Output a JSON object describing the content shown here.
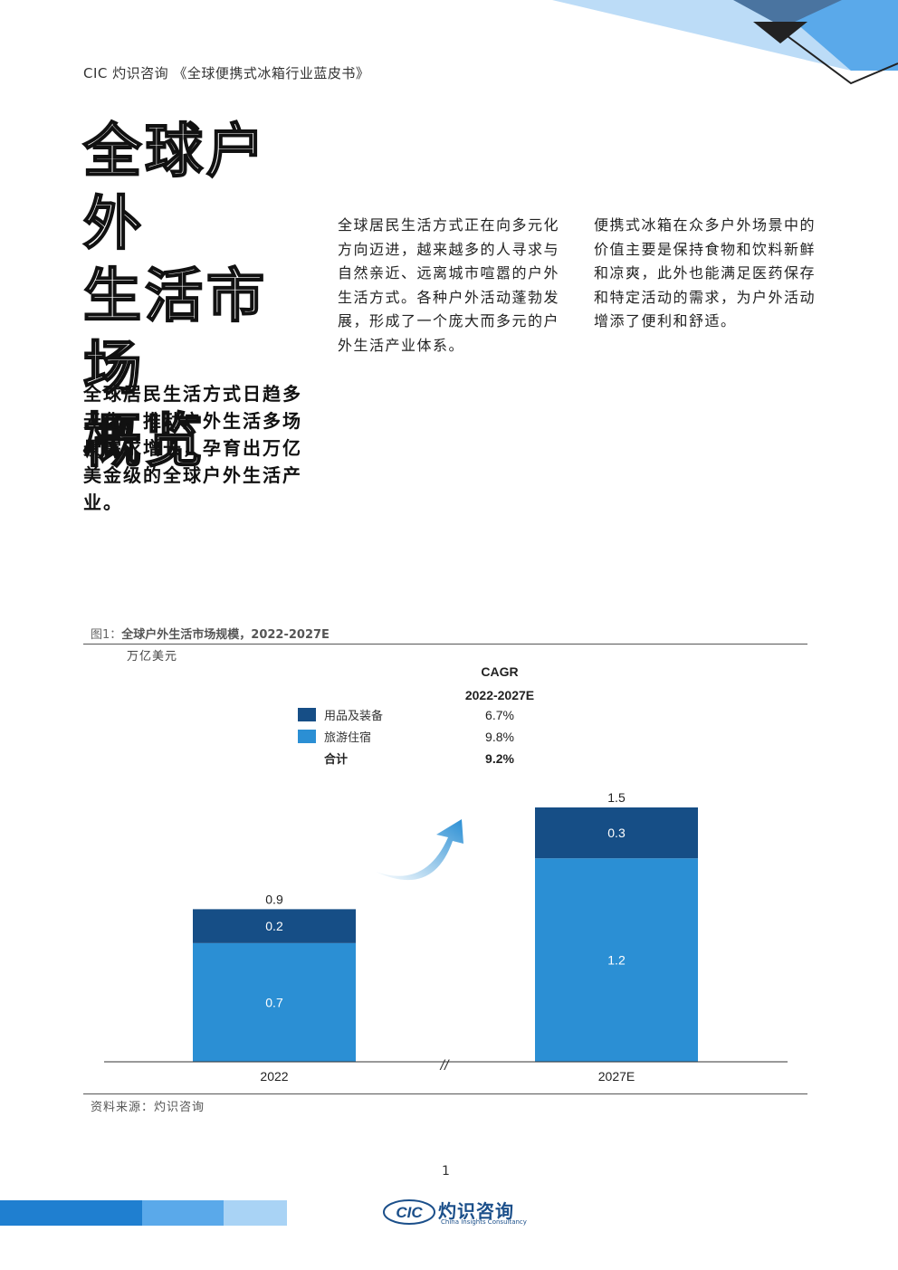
{
  "header": {
    "text": "CIC 灼识咨询 《全球便携式冰箱行业蓝皮书》"
  },
  "title": {
    "line1": "全球户外",
    "line2": "生活市场",
    "line3": "概览"
  },
  "intro": {
    "col1": "全球居民生活方式正在向多元化方向迈进，越来越多的人寻求与自然亲近、远离城市喧嚣的户外生活方式。各种户外活动蓬勃发展，形成了一个庞大而多元的户外生活产业体系。",
    "col2": "便携式冰箱在众多户外场景中的价值主要是保持食物和饮料新鲜和凉爽，此外也能满足医药保存和特定活动的需求，为户外活动增添了便利和舒适。"
  },
  "subtitle": "全球居民生活方式日趋多元化，推动户外生活多场景需求增长，孕育出万亿美金级的全球户外生活产业。",
  "figure": {
    "caption_prefix": "图1：",
    "caption_title": "全球户外生活市场规模，2022-2027E",
    "unit": "万亿美元",
    "cagr_header": "CAGR",
    "cagr_period": "2022-2027E",
    "break_mark": "//",
    "source": "资料来源：灼识咨询"
  },
  "chart_data": {
    "type": "bar",
    "stacked": true,
    "title": "全球户外生活市场规模，2022-2027E",
    "ylabel": "万亿美元",
    "categories": [
      "2022",
      "2027E"
    ],
    "series": [
      {
        "name": "旅游住宿",
        "values": [
          0.7,
          1.2
        ],
        "color": "#2b8fd4",
        "cagr": "9.8%"
      },
      {
        "name": "用品及装备",
        "values": [
          0.2,
          0.3
        ],
        "color": "#164e86",
        "cagr": "6.7%"
      }
    ],
    "totals": [
      "0.9",
      "1.5"
    ],
    "total_label": "合计",
    "total_cagr": "9.2%",
    "ylim": [
      0,
      1.5
    ]
  },
  "footer": {
    "page_number": "1",
    "logo_mark": "CIC",
    "logo_name": "灼识咨询",
    "logo_sub": "China Insights Consultancy"
  },
  "colors": {
    "dark_blue": "#164e86",
    "mid_blue": "#2b8fd4",
    "light_blue": "#5aa9ea",
    "pale_blue": "#a9d3f5"
  }
}
